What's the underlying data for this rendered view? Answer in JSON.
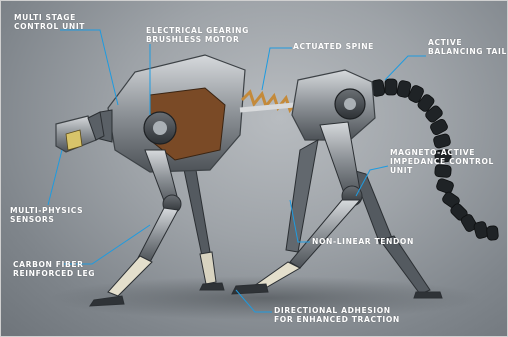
{
  "diagram": {
    "accent_color": "#1e9be0",
    "labels": [
      {
        "id": "control-unit",
        "lines": [
          "Multi stage",
          "control unit"
        ]
      },
      {
        "id": "gearing-motor",
        "lines": [
          "Electrical gearing",
          "brushless motor"
        ]
      },
      {
        "id": "actuated-spine",
        "lines": [
          "Actuated spine"
        ]
      },
      {
        "id": "balancing-tail",
        "lines": [
          "Active",
          "balancing tail"
        ]
      },
      {
        "id": "impedance-control",
        "lines": [
          "Magneto-active",
          "impedance control",
          "unit"
        ]
      },
      {
        "id": "multi-physics",
        "lines": [
          "Multi-physics",
          "sensors"
        ]
      },
      {
        "id": "carbon-fiber-leg",
        "lines": [
          "Carbon fiber",
          "reinforced leg"
        ]
      },
      {
        "id": "non-linear-tendon",
        "lines": [
          "Non-linear tendon"
        ]
      },
      {
        "id": "directional-adhesion",
        "lines": [
          "Directional adhesion",
          "for enhanced traction"
        ]
      }
    ]
  }
}
